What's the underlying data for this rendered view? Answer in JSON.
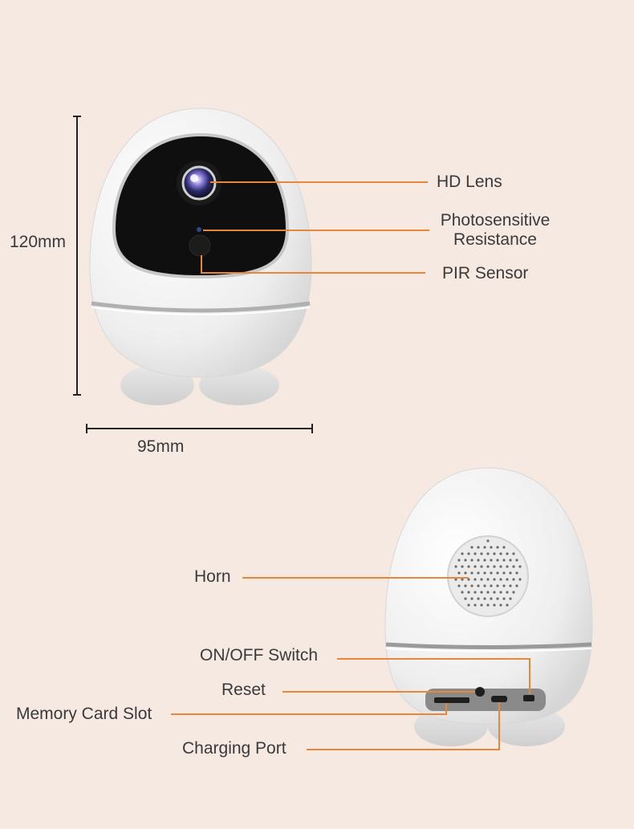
{
  "colors": {
    "background": "#f5e9e2",
    "leader_line": "#e8873a",
    "dimension_line": "#222222",
    "device_body": "#f2f2f2",
    "face_panel": "#111111",
    "label_text": "#3a3a3a"
  },
  "dimensions": {
    "height": "120mm",
    "width": "95mm"
  },
  "front_view": {
    "callouts": {
      "hd_lens": "HD Lens",
      "photosensitive_line1": "Photosensitive",
      "photosensitive_line2": "Resistance",
      "pir_sensor": "PIR Sensor"
    }
  },
  "back_view": {
    "callouts": {
      "horn": "Horn",
      "on_off_switch": "ON/OFF Switch",
      "reset": "Reset",
      "memory_card_slot": "Memory Card Slot",
      "charging_port": "Charging Port"
    }
  }
}
